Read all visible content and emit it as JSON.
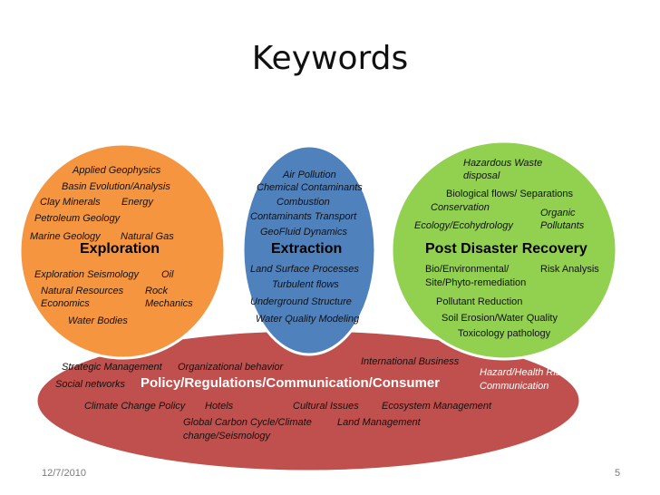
{
  "slide": {
    "title": "Keywords",
    "date": "12/7/2010",
    "page_number": "5"
  },
  "colors": {
    "exploration_fill": "#f5953f",
    "extraction_fill": "#4f81bd",
    "recovery_fill": "#92d050",
    "policy_fill": "#c0504d"
  },
  "exploration": {
    "heading": "Exploration",
    "items": [
      "Applied Geophysics",
      "Basin Evolution/Analysis",
      "Clay Minerals",
      "Energy",
      "Petroleum Geology",
      "Marine Geology",
      "Natural Gas",
      "Exploration Seismology",
      "Oil",
      "Natural Resources",
      "Rock",
      "Economics",
      "Mechanics",
      "Water Bodies"
    ]
  },
  "extraction": {
    "heading": "Extraction",
    "items": [
      "Air Pollution",
      "Chemical Contaminants",
      "Combustion",
      "Contaminants Transport",
      "GeoFluid Dynamics",
      "Land Surface Processes",
      "Turbulent flows",
      "Underground  Structure",
      "Water Quality Modeling"
    ]
  },
  "recovery": {
    "heading": "Post Disaster Recovery",
    "items": [
      "Hazardous Waste",
      "disposal",
      "Biological flows/ Separations",
      "Conservation",
      "Organic",
      "Ecology/Ecohydrology",
      "Pollutants",
      "Bio/Environmental/",
      "Risk Analysis",
      "Site/Phyto-remediation",
      "Pollutant Reduction",
      "Soil Erosion/Water Quality",
      "Toxicology pathology"
    ]
  },
  "policy": {
    "heading": "Policy/Regulations/Communication/Consumer",
    "items": [
      "Strategic Management",
      "Organizational behavior",
      "International Business",
      "Hazard/Health Risk",
      "Communication",
      "Social networks",
      "Climate Change Policy",
      "Hotels",
      "Cultural Issues",
      "Ecosystem Management",
      "Global Carbon Cycle/Climate",
      "change/Seismology",
      "Land Management"
    ]
  }
}
